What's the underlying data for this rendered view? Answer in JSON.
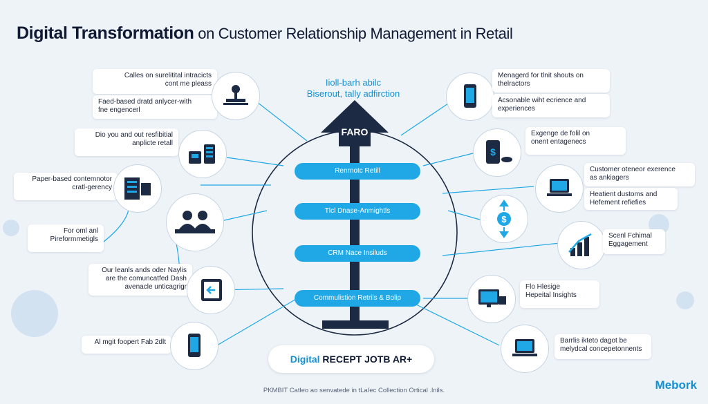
{
  "title": {
    "part1": "Digital Transformation",
    "part2": " on Customer Relationship Management in Retail"
  },
  "center": {
    "caption_lines": [
      "Iioll-barh abilc",
      "Biserout, tally adfirction"
    ],
    "house_label": "FARO",
    "pills": [
      "Renrnotc Retill",
      "Tlcl Dnase-Anmightls",
      "CRM Nace Insiluds",
      "Commulistion Retrils & Bolip"
    ]
  },
  "left_items": [
    {
      "lines": [
        "Calles on surelitital intracicts",
        "cont me pleass"
      ],
      "icon": "scale-icon"
    },
    {
      "lines": [
        "Faed-based dratd anlycer-with",
        "fne engencerl"
      ],
      "icon": "scale-icon"
    },
    {
      "lines": [
        "Dio you and out resfibitial",
        "anplicte retall"
      ],
      "icon": "cash-register-icon"
    },
    {
      "lines": [
        "Paper-based contemnotor",
        "cratl-gerency"
      ],
      "icon": "documents-icon"
    },
    {
      "lines": [
        "For oml anl",
        "Pireformmetigls"
      ],
      "icon": "people-icon"
    },
    {
      "lines": [
        "Our leanls ands oder Naylis",
        "are the comuncatfed Dash",
        "avenacle unticagrigr"
      ],
      "icon": "tablet-icon"
    },
    {
      "lines": [
        "Al mgit foopert Fab 2dlt"
      ],
      "icon": "smartphone-icon"
    }
  ],
  "right_items": [
    {
      "lines": [
        "Menagerd for tlnit shouts on",
        "thelractors"
      ],
      "icon": "smartphone-icon"
    },
    {
      "lines": [
        "Acsonable wiht ecrience and",
        "experiences"
      ],
      "icon": "smartphone-icon"
    },
    {
      "lines": [
        "Exgenge de folil on",
        "onent entagenecs"
      ],
      "icon": "mobile-payment-icon"
    },
    {
      "lines": [
        "Customer oteneor exerence",
        "as ankiagers"
      ],
      "icon": "laptop-icon"
    },
    {
      "lines": [
        "Heatient dustoms and",
        "Hefement refiefies"
      ],
      "icon": "laptop-icon"
    },
    {
      "lines": [
        "Scenl Fchimal",
        "Eggagement"
      ],
      "icon": "growth-chart-icon"
    },
    {
      "lines": [
        "Flo Hlesige",
        "Hepeital Insights"
      ],
      "icon": "monitor-icon"
    },
    {
      "lines": [
        "Barrlis ikteto dagot be",
        "melydcal concepetonnents"
      ],
      "icon": "laptop-icon"
    }
  ],
  "middle_right_icon": "dollar-exchange-icon",
  "bottom_banner": {
    "highlight": "Digital",
    "rest": " RECEPT JOTB AR+"
  },
  "footer": "PKMBIT Catleo ao senvatede in tLaIec Collection Ortical .lnils.",
  "brand": "Mebork",
  "colors": {
    "accent": "#1fa8e5",
    "dark": "#1d2a44",
    "background": "#eef3f8"
  }
}
